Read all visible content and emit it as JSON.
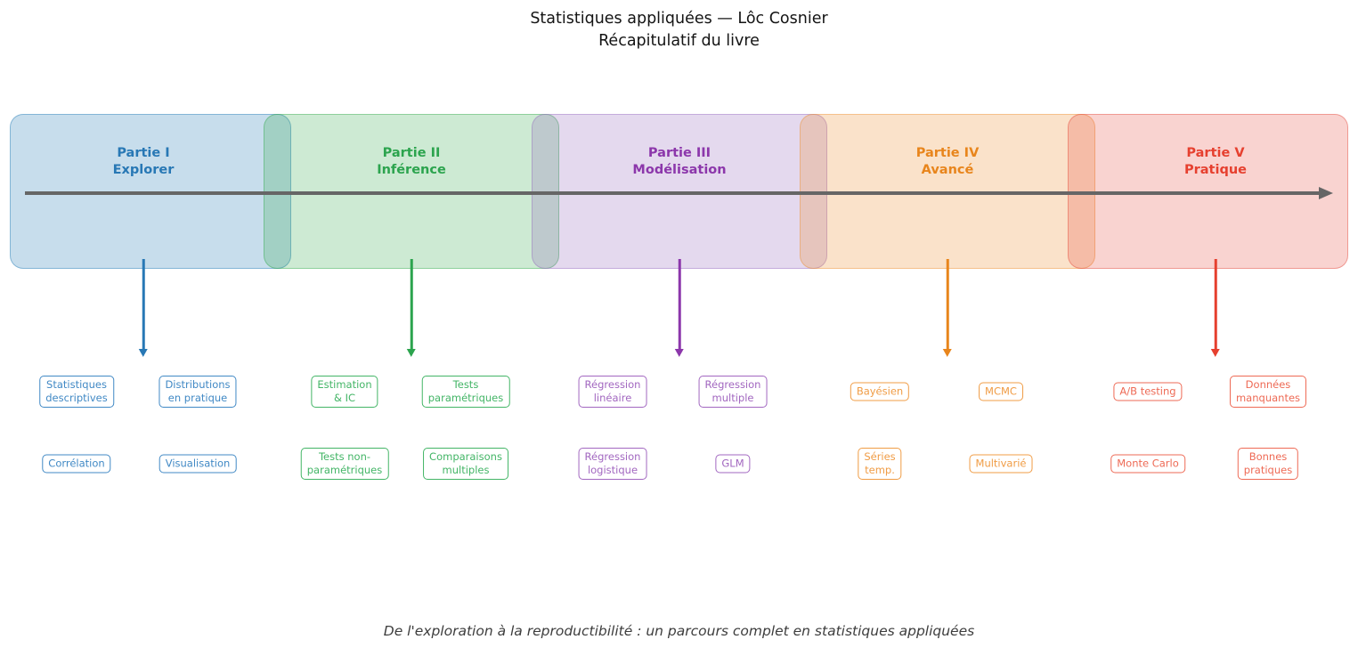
{
  "title": {
    "line1": "Statistiques appliquées — Lôc Cosnier",
    "line2": "Récapitulatif du livre"
  },
  "caption": "De l'exploration à la reproductibilité : un parcours complet en statistiques appliquées",
  "timeline": {
    "color": "#666666",
    "direction": "left-to-right"
  },
  "parts": [
    {
      "name": "Partie I",
      "subtitle": "Explorer",
      "accent_color": "#2878b5",
      "box_color": "#4189c5",
      "band_fill": "rgba(31,119,180,0.25)",
      "band_border": "rgba(31,119,180,0.4)",
      "chapters": [
        {
          "label": "Statistiques\ndescriptives"
        },
        {
          "label": "Distributions\nen pratique"
        },
        {
          "label": "Corrélation"
        },
        {
          "label": "Visualisation"
        }
      ]
    },
    {
      "name": "Partie II",
      "subtitle": "Inférence",
      "accent_color": "#2ca44e",
      "box_color": "#43b566",
      "band_fill": "rgba(46,167,70,0.24)",
      "band_border": "rgba(46,167,70,0.4)",
      "chapters": [
        {
          "label": "Estimation\n& IC"
        },
        {
          "label": "Tests\nparamétriques"
        },
        {
          "label": "Tests non-\nparamétriques"
        },
        {
          "label": "Comparaisons\nmultiples"
        }
      ]
    },
    {
      "name": "Partie III",
      "subtitle": "Modélisation",
      "accent_color": "#8c37ab",
      "box_color": "#a267c0",
      "band_fill": "rgba(148,103,189,0.25)",
      "band_border": "rgba(148,103,189,0.4)",
      "chapters": [
        {
          "label": "Régression\nlinéaire"
        },
        {
          "label": "Régression\nmultiple"
        },
        {
          "label": "Régression\nlogistique"
        },
        {
          "label": "GLM"
        }
      ]
    },
    {
      "name": "Partie IV",
      "subtitle": "Avancé",
      "accent_color": "#e8851c",
      "box_color": "#f09c45",
      "band_fill": "rgba(237,139,42,0.25)",
      "band_border": "rgba(237,139,42,0.4)",
      "chapters": [
        {
          "label": "Bayésien"
        },
        {
          "label": "MCMC"
        },
        {
          "label": "Séries\ntemp."
        },
        {
          "label": "Multivarié"
        }
      ]
    },
    {
      "name": "Partie V",
      "subtitle": "Pratique",
      "accent_color": "#e6402f",
      "box_color": "#ee6a55",
      "band_fill": "rgba(228,64,52,0.23)",
      "band_border": "rgba(228,64,52,0.4)",
      "chapters": [
        {
          "label": "A/B testing"
        },
        {
          "label": "Données\nmanquantes"
        },
        {
          "label": "Monte Carlo"
        },
        {
          "label": "Bonnes\npratiques"
        }
      ]
    }
  ]
}
